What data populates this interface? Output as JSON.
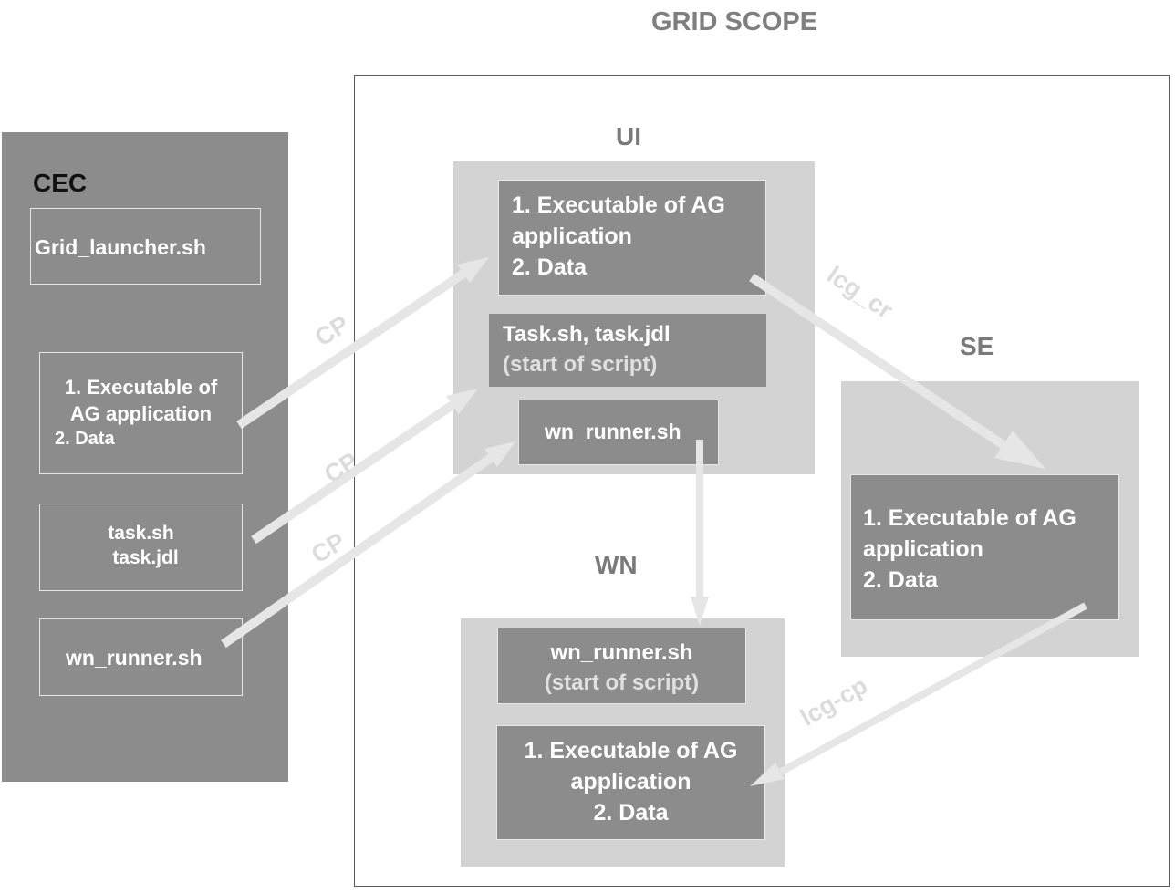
{
  "title": "GRID SCOPE",
  "cec": {
    "label": "CEC",
    "launcher": "Grid_launcher.sh",
    "app_line1": "1. Executable of",
    "app_line2": "AG application",
    "app_line3": "2. Data",
    "task_line1": "task.sh",
    "task_line2": "task.jdl",
    "runner": "wn_runner.sh"
  },
  "ui": {
    "label": "UI",
    "app_line1": "1. Executable of AG",
    "app_line2": "application",
    "app_line3": "2. Data",
    "task_line1": "Task.sh, task.jdl",
    "task_line2": "(start of script)",
    "runner": "wn_runner.sh"
  },
  "se": {
    "label": "SE",
    "app_line1": "1. Executable of AG",
    "app_line2": "application",
    "app_line3": "2. Data"
  },
  "wn": {
    "label": "WN",
    "runner_line1": "wn_runner.sh",
    "runner_line2": "(start of script)",
    "app_line1": "1. Executable of AG",
    "app_line2": "application",
    "app_line3": "2. Data"
  },
  "arrows": {
    "cp1": "CP",
    "cp2": "CP",
    "cp3": "CP",
    "lcg_cr": "lcg_cr",
    "lcg_cp": "lcg-cp"
  }
}
